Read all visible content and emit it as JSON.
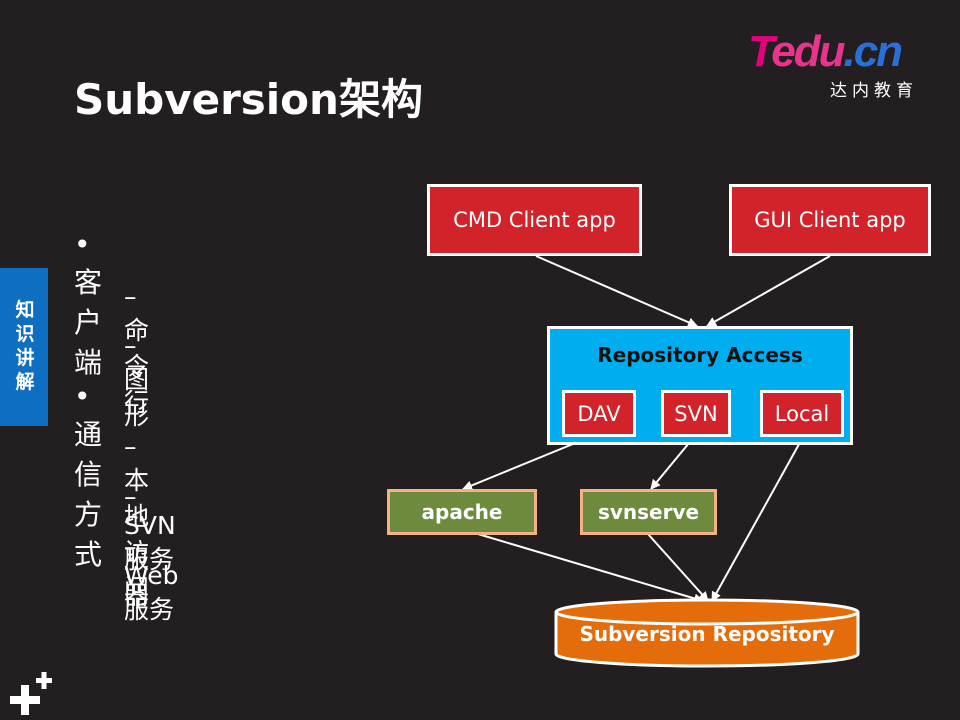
{
  "slide": {
    "title": "Subversion架构"
  },
  "logo": {
    "main_t": "T",
    "main_edu": "edu",
    "main_cn": ".cn",
    "subtitle": "达内教育"
  },
  "side_tab": {
    "label": "知识讲解"
  },
  "bullets": [
    {
      "text": "客户端",
      "children": [
        "命令行",
        "图形"
      ]
    },
    {
      "text": "通信方式",
      "children": [
        "本地访问",
        "SVN服务器",
        "Web服务"
      ]
    }
  ],
  "diagram": {
    "clients": [
      "CMD Client app",
      "GUI Client app"
    ],
    "access": {
      "title": "Repository Access",
      "protocols": [
        "DAV",
        "SVN",
        "Local"
      ]
    },
    "servers": [
      "apache",
      "svnserve"
    ],
    "repository": "Subversion Repository"
  },
  "colors": {
    "background": "#231f20",
    "client_red": "#d2232a",
    "access_blue": "#00aeef",
    "server_green": "#6e8b3d",
    "server_border": "#f4b183",
    "repo_orange": "#e46c0a",
    "tab_blue": "#0e6fc2"
  }
}
